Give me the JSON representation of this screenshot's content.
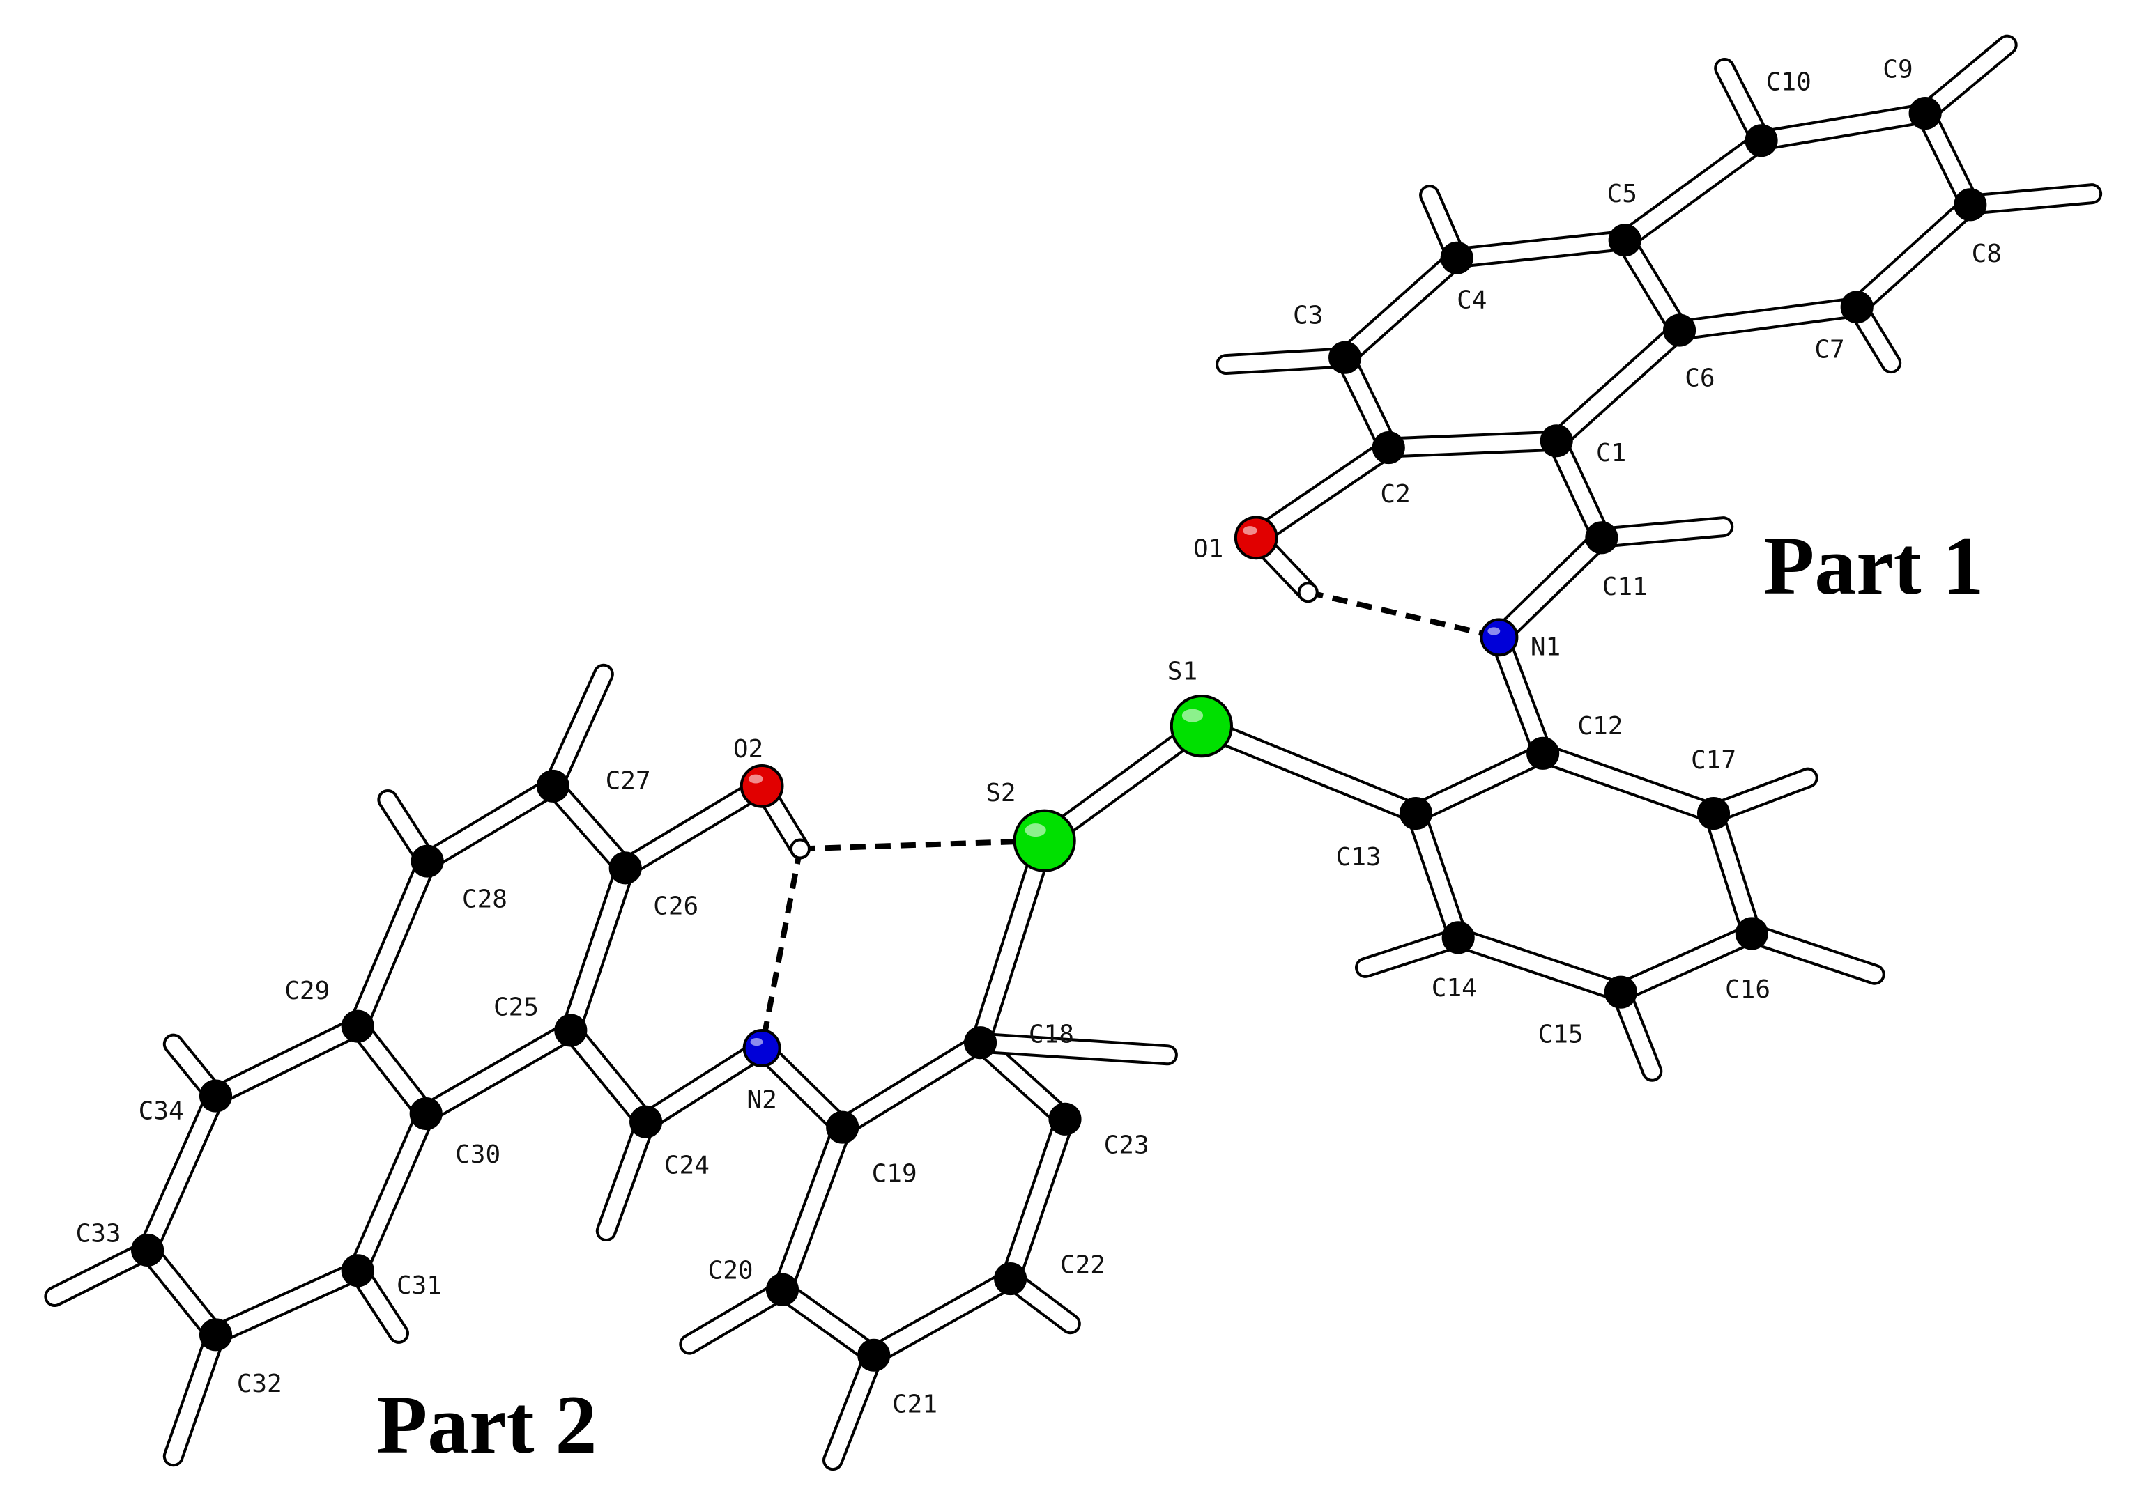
{
  "part_labels": {
    "part1": "Part 1",
    "part2": "Part 2"
  },
  "colors": {
    "carbon": "#000000",
    "oxygen": "#e10000",
    "nitrogen": "#0000d8",
    "sulfur": "#00e000",
    "hydrogen": "#ffffff",
    "bond_fill": "#ffffff",
    "bond_outline": "#000000"
  },
  "atoms": [
    {
      "id": "C1",
      "label": "C1",
      "el": "C"
    },
    {
      "id": "C2",
      "label": "C2",
      "el": "C"
    },
    {
      "id": "C3",
      "label": "C3",
      "el": "C"
    },
    {
      "id": "C4",
      "label": "C4",
      "el": "C"
    },
    {
      "id": "C5",
      "label": "C5",
      "el": "C"
    },
    {
      "id": "C6",
      "label": "C6",
      "el": "C"
    },
    {
      "id": "C7",
      "label": "C7",
      "el": "C"
    },
    {
      "id": "C8",
      "label": "C8",
      "el": "C"
    },
    {
      "id": "C9",
      "label": "C9",
      "el": "C"
    },
    {
      "id": "C10",
      "label": "C10",
      "el": "C"
    },
    {
      "id": "C11",
      "label": "C11",
      "el": "C"
    },
    {
      "id": "C12",
      "label": "C12",
      "el": "C"
    },
    {
      "id": "C13",
      "label": "C13",
      "el": "C"
    },
    {
      "id": "C14",
      "label": "C14",
      "el": "C"
    },
    {
      "id": "C15",
      "label": "C15",
      "el": "C"
    },
    {
      "id": "C16",
      "label": "C16",
      "el": "C"
    },
    {
      "id": "C17",
      "label": "C17",
      "el": "C"
    },
    {
      "id": "C18",
      "label": "C18",
      "el": "C"
    },
    {
      "id": "C19",
      "label": "C19",
      "el": "C"
    },
    {
      "id": "C20",
      "label": "C20",
      "el": "C"
    },
    {
      "id": "C21",
      "label": "C21",
      "el": "C"
    },
    {
      "id": "C22",
      "label": "C22",
      "el": "C"
    },
    {
      "id": "C23",
      "label": "C23",
      "el": "C"
    },
    {
      "id": "C24",
      "label": "C24",
      "el": "C"
    },
    {
      "id": "C25",
      "label": "C25",
      "el": "C"
    },
    {
      "id": "C26",
      "label": "C26",
      "el": "C"
    },
    {
      "id": "C27",
      "label": "C27",
      "el": "C"
    },
    {
      "id": "C28",
      "label": "C28",
      "el": "C"
    },
    {
      "id": "C29",
      "label": "C29",
      "el": "C"
    },
    {
      "id": "C30",
      "label": "C30",
      "el": "C"
    },
    {
      "id": "C31",
      "label": "C31",
      "el": "C"
    },
    {
      "id": "C32",
      "label": "C32",
      "el": "C"
    },
    {
      "id": "C33",
      "label": "C33",
      "el": "C"
    },
    {
      "id": "C34",
      "label": "C34",
      "el": "C"
    },
    {
      "id": "O1",
      "label": "O1",
      "el": "O"
    },
    {
      "id": "O2",
      "label": "O2",
      "el": "O"
    },
    {
      "id": "N1",
      "label": "N1",
      "el": "N"
    },
    {
      "id": "N2",
      "label": "N2",
      "el": "N"
    },
    {
      "id": "S1",
      "label": "S1",
      "el": "S"
    },
    {
      "id": "S2",
      "label": "S2",
      "el": "S"
    }
  ],
  "bonds": [
    [
      "C1",
      "C2"
    ],
    [
      "C2",
      "C3"
    ],
    [
      "C3",
      "C4"
    ],
    [
      "C4",
      "C5"
    ],
    [
      "C5",
      "C6"
    ],
    [
      "C6",
      "C1"
    ],
    [
      "C5",
      "C10"
    ],
    [
      "C10",
      "C9"
    ],
    [
      "C9",
      "C8"
    ],
    [
      "C8",
      "C7"
    ],
    [
      "C7",
      "C6"
    ],
    [
      "C1",
      "C11"
    ],
    [
      "C11",
      "N1"
    ],
    [
      "C2",
      "O1"
    ],
    [
      "N1",
      "C12"
    ],
    [
      "C12",
      "C13"
    ],
    [
      "C13",
      "C14"
    ],
    [
      "C14",
      "C15"
    ],
    [
      "C15",
      "C16"
    ],
    [
      "C16",
      "C17"
    ],
    [
      "C17",
      "C12"
    ],
    [
      "C13",
      "S1"
    ],
    [
      "S1",
      "S2"
    ],
    [
      "S2",
      "C18"
    ],
    [
      "C18",
      "C19"
    ],
    [
      "C19",
      "C20"
    ],
    [
      "C20",
      "C21"
    ],
    [
      "C21",
      "C22"
    ],
    [
      "C22",
      "C23"
    ],
    [
      "C23",
      "C18"
    ],
    [
      "C19",
      "N2"
    ],
    [
      "N2",
      "C24"
    ],
    [
      "C24",
      "C25"
    ],
    [
      "C25",
      "C26"
    ],
    [
      "C26",
      "C27"
    ],
    [
      "C27",
      "C28"
    ],
    [
      "C28",
      "C29"
    ],
    [
      "C29",
      "C30"
    ],
    [
      "C30",
      "C25"
    ],
    [
      "C26",
      "O2"
    ],
    [
      "C29",
      "C34"
    ],
    [
      "C34",
      "C33"
    ],
    [
      "C33",
      "C32"
    ],
    [
      "C32",
      "C31"
    ],
    [
      "C31",
      "C30"
    ]
  ],
  "hbonds": [
    [
      "H1",
      "N1"
    ],
    [
      "H2",
      "S2"
    ],
    [
      "H2",
      "N2"
    ]
  ]
}
